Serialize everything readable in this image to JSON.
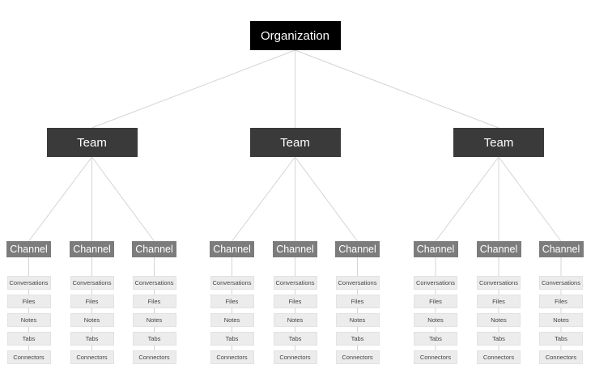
{
  "organization": {
    "label": "Organization"
  },
  "teams": [
    {
      "label": "Team",
      "channels": [
        {
          "label": "Channel",
          "features": [
            "Conversations",
            "Files",
            "Notes",
            "Tabs",
            "Connectors"
          ]
        },
        {
          "label": "Channel",
          "features": [
            "Conversations",
            "Files",
            "Notes",
            "Tabs",
            "Connectors"
          ]
        },
        {
          "label": "Channel",
          "features": [
            "Conversations",
            "Files",
            "Notes",
            "Tabs",
            "Connectors"
          ]
        }
      ]
    },
    {
      "label": "Team",
      "channels": [
        {
          "label": "Channel",
          "features": [
            "Conversations",
            "Files",
            "Notes",
            "Tabs",
            "Connectors"
          ]
        },
        {
          "label": "Channel",
          "features": [
            "Conversations",
            "Files",
            "Notes",
            "Tabs",
            "Connectors"
          ]
        },
        {
          "label": "Channel",
          "features": [
            "Conversations",
            "Files",
            "Notes",
            "Tabs",
            "Connectors"
          ]
        }
      ]
    },
    {
      "label": "Team",
      "channels": [
        {
          "label": "Channel",
          "features": [
            "Conversations",
            "Files",
            "Notes",
            "Tabs",
            "Connectors"
          ]
        },
        {
          "label": "Channel",
          "features": [
            "Conversations",
            "Files",
            "Notes",
            "Tabs",
            "Connectors"
          ]
        },
        {
          "label": "Channel",
          "features": [
            "Conversations",
            "Files",
            "Notes",
            "Tabs",
            "Connectors"
          ]
        }
      ]
    }
  ],
  "colors": {
    "organization_fill": "#000000",
    "team_fill": "#3a3a3a",
    "channel_fill": "#7c7c7c",
    "feature_fill": "#ececec",
    "connector_line": "#d4d4d4"
  }
}
